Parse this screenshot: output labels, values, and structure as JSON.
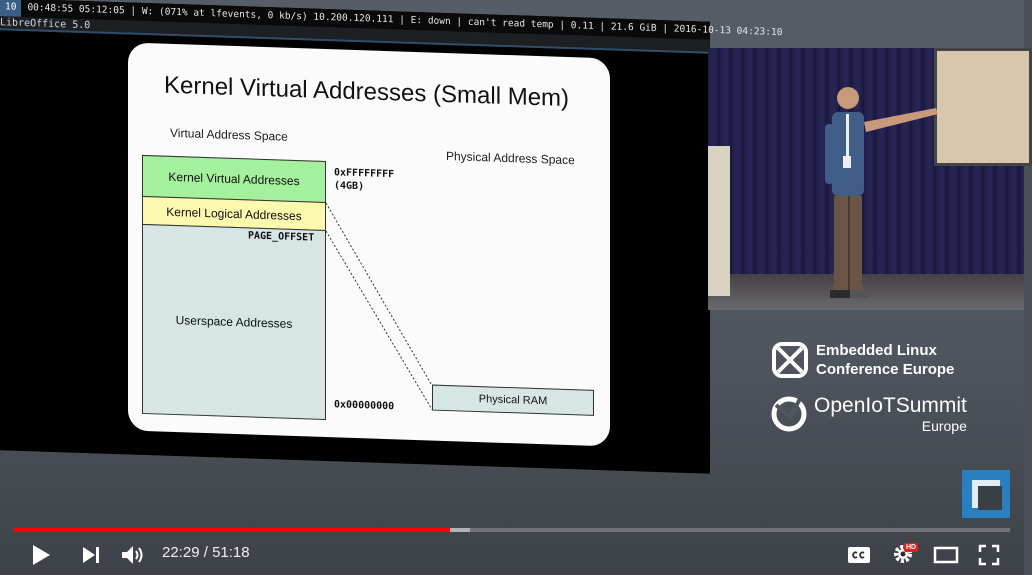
{
  "statusbar": {
    "workspace": "10",
    "text": "00:48:55 05:12:05 | W: (071% at lfevents, 0 kb/s) 10.200.120.111 | E: down | can't read temp | 0.11 | 21.6 GiB | 2016-10-13 04:23:10"
  },
  "appbar": {
    "title": "LibreOffice 5.0"
  },
  "slide": {
    "title": "Kernel Virtual Addresses (Small Mem)",
    "virtual_space_label": "Virtual Address Space",
    "physical_space_label": "Physical Address Space",
    "regions": [
      {
        "label": "Kernel Virtual Addresses",
        "color": "#a4f09c"
      },
      {
        "label": "Kernel Logical Addresses",
        "color": "#fbf9ae"
      },
      {
        "label": "Userspace Addresses",
        "color": "#d7e6e4"
      }
    ],
    "addr_top": "0xFFFFFFFF",
    "addr_top_size": "(4GB)",
    "addr_page_offset": "PAGE_OFFSET",
    "addr_bottom": "0x00000000",
    "physical_ram": "Physical RAM"
  },
  "sponsor": {
    "elc_line1": "Embedded Linux",
    "elc_line2": "Conference Europe",
    "oiot_line1": "OpenIoTSummit",
    "oiot_line2": "Europe"
  },
  "player": {
    "current_time": "22:29",
    "separator": " / ",
    "duration": "51:18",
    "played_fraction": 0.438,
    "buffered_fraction": 0.458,
    "hd_badge": "HD",
    "icons": [
      "play-icon",
      "next-icon",
      "volume-icon",
      "captions-icon",
      "settings-icon",
      "theater-icon",
      "fullscreen-icon"
    ]
  }
}
